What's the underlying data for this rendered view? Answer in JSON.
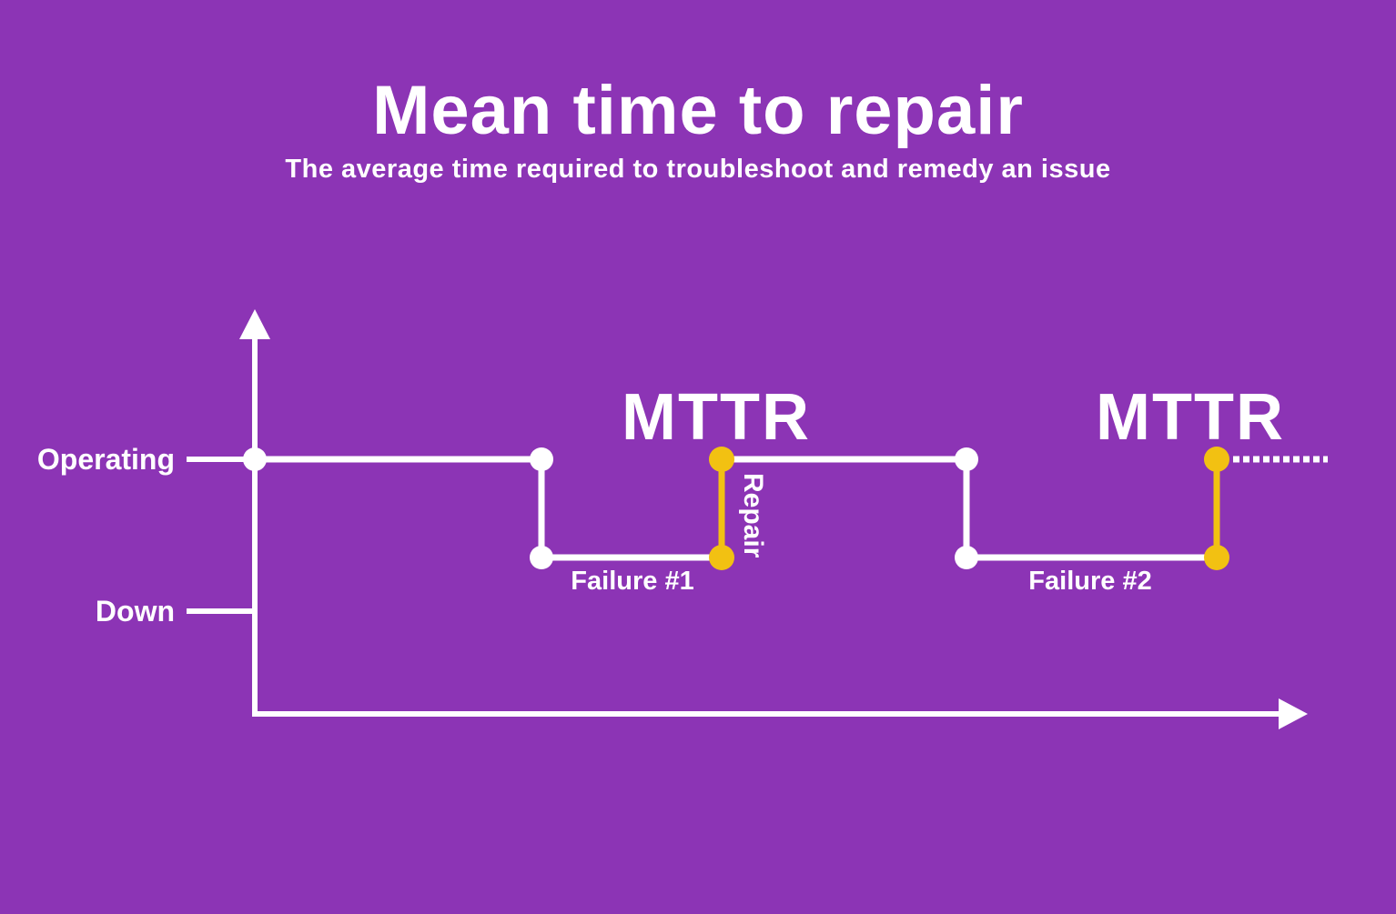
{
  "header": {
    "title": "Mean time to repair",
    "subtitle": "The average time required to troubleshoot and remedy an issue"
  },
  "axis": {
    "operating_label": "Operating",
    "down_label": "Down"
  },
  "timeline": {
    "mttr_label": "MTTR",
    "repair_label": "Repair",
    "failure1_label": "Failure #1",
    "failure2_label": "Failure #2"
  },
  "colors": {
    "background": "#8C34B5",
    "accent": "#F2C112",
    "line": "#FFFFFF"
  }
}
